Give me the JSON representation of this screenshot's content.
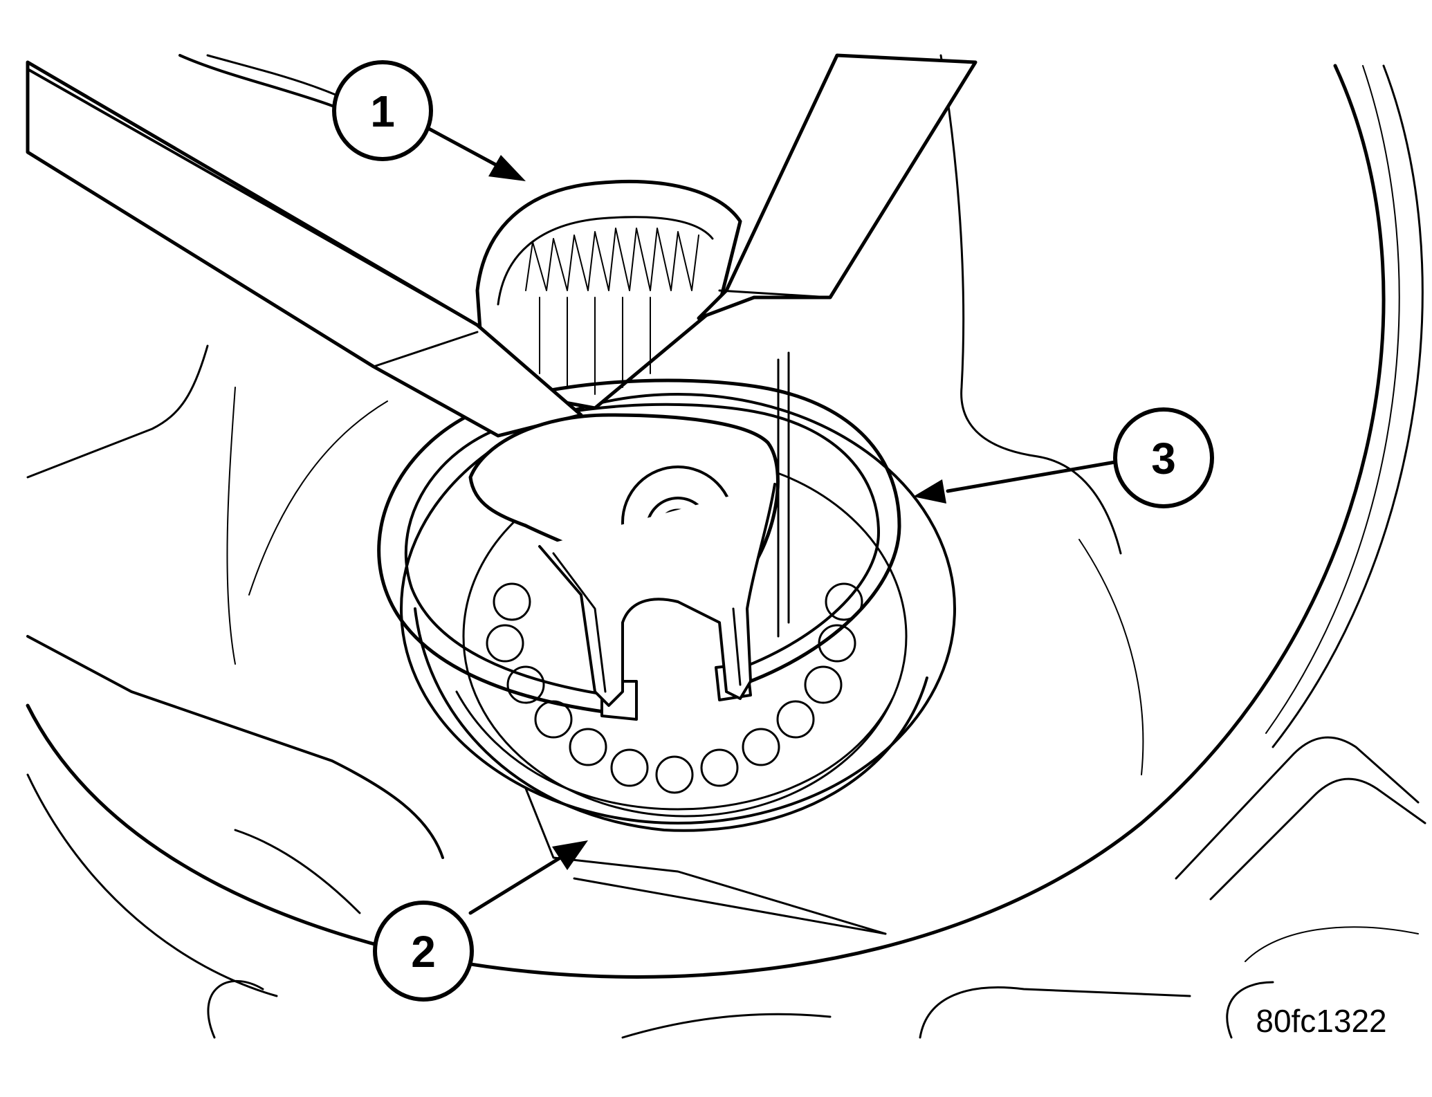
{
  "figure": {
    "id_label": "80fc1322",
    "callouts": [
      {
        "number": "1"
      },
      {
        "number": "2"
      },
      {
        "number": "3"
      }
    ]
  },
  "colors": {
    "line": "#000000",
    "background": "#ffffff"
  }
}
